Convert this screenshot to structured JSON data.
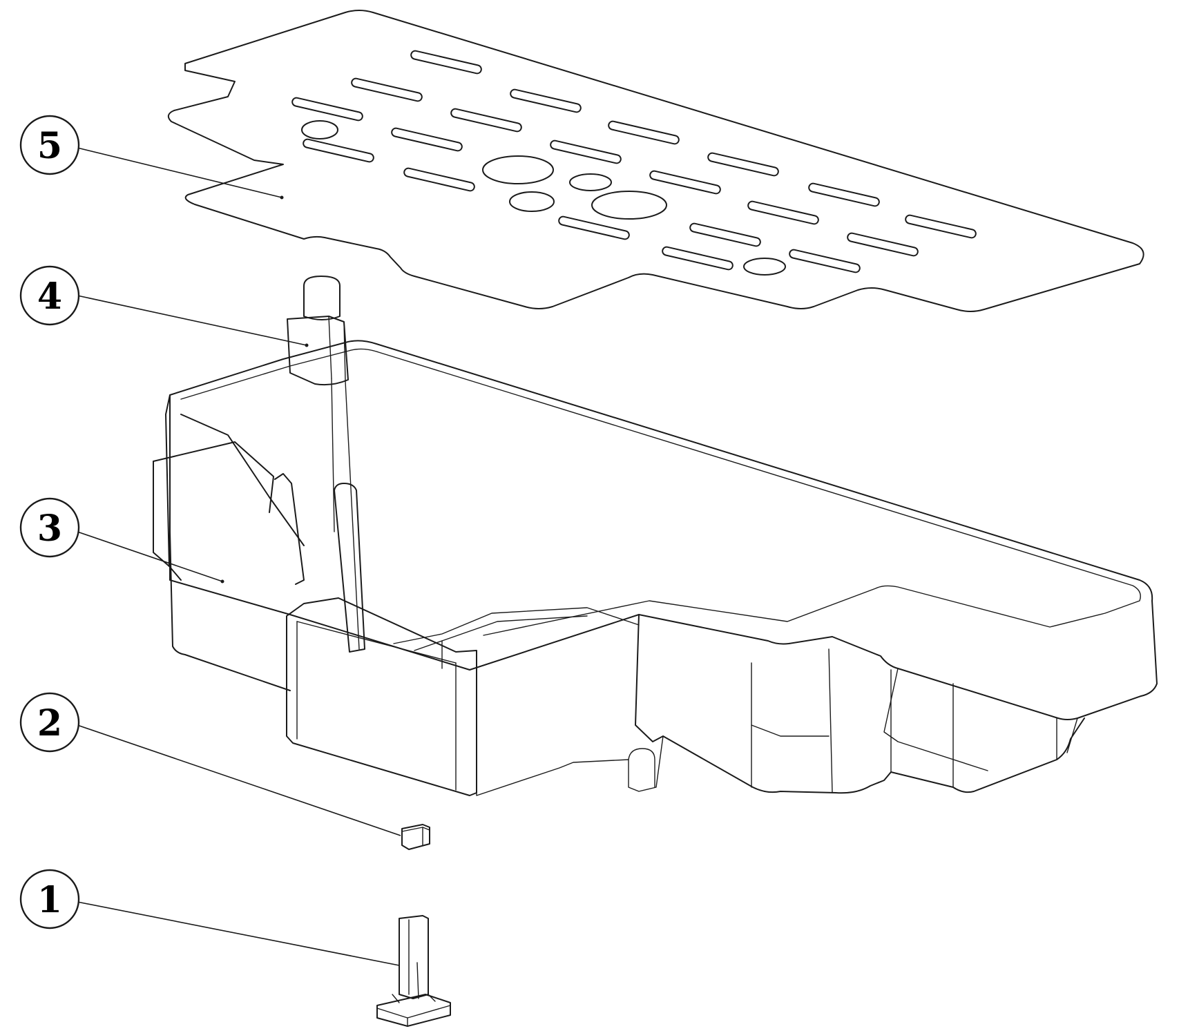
{
  "callouts": [
    {
      "id": "5",
      "label": "5",
      "part": "perforated-cover-plate"
    },
    {
      "id": "4",
      "label": "4",
      "part": "float-sensor-housing"
    },
    {
      "id": "3",
      "label": "3",
      "part": "tray-body"
    },
    {
      "id": "2",
      "label": "2",
      "part": "small-block"
    },
    {
      "id": "1",
      "label": "1",
      "part": "stand-bracket"
    }
  ],
  "colors": {
    "line": "#1a1a1a",
    "background": "#ffffff"
  }
}
